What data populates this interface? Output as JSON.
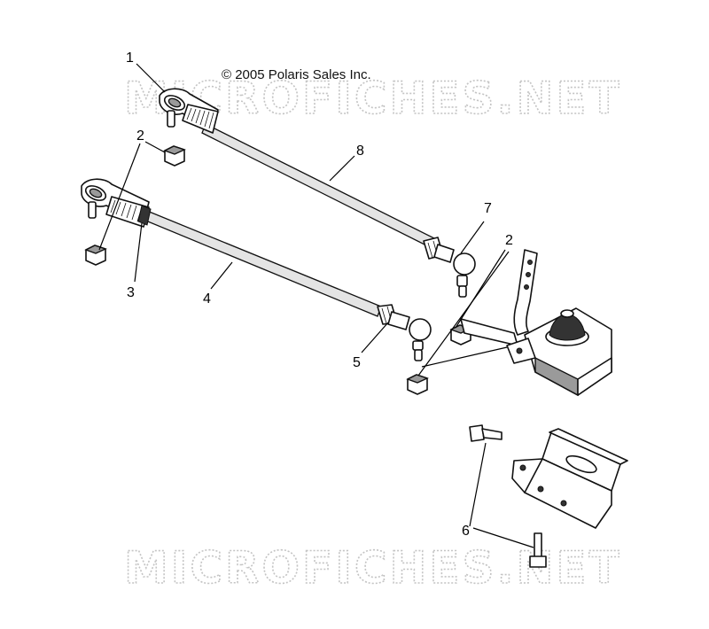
{
  "copyright": "© 2005 Polaris Sales Inc.",
  "watermarks": [
    "MICROFICHES.NET",
    "MICROFICHES.NET"
  ],
  "callouts": [
    {
      "id": "1",
      "label": "1"
    },
    {
      "id": "2a",
      "label": "2"
    },
    {
      "id": "2b",
      "label": "2"
    },
    {
      "id": "3",
      "label": "3"
    },
    {
      "id": "4",
      "label": "4"
    },
    {
      "id": "5",
      "label": "5"
    },
    {
      "id": "6",
      "label": "6"
    },
    {
      "id": "7",
      "label": "7"
    },
    {
      "id": "8",
      "label": "8"
    }
  ]
}
